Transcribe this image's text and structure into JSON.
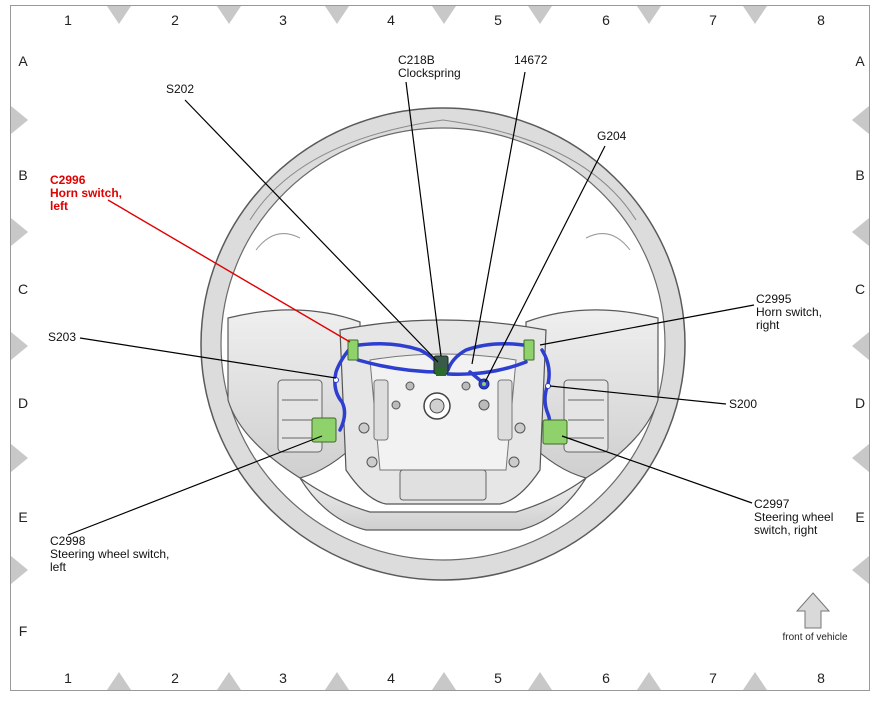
{
  "grid": {
    "columns": [
      "1",
      "2",
      "3",
      "4",
      "5",
      "6",
      "7",
      "8"
    ],
    "rows": [
      "A",
      "B",
      "C",
      "D",
      "E",
      "F"
    ]
  },
  "callouts": {
    "c2996": {
      "id": "C2996",
      "line1": "Horn switch,",
      "line2": "left",
      "color": "#e00000"
    },
    "s202": {
      "id": "S202"
    },
    "c218b": {
      "id": "C218B",
      "line1": "Clockspring"
    },
    "n14672": {
      "id": "14672"
    },
    "g204": {
      "id": "G204"
    },
    "c2995": {
      "id": "C2995",
      "line1": "Horn switch,",
      "line2": "right"
    },
    "s203": {
      "id": "S203"
    },
    "s200": {
      "id": "S200"
    },
    "c2998": {
      "id": "C2998",
      "line1": "Steering wheel switch,",
      "line2": "left"
    },
    "c2997": {
      "id": "C2997",
      "line1": "Steering wheel",
      "line2": "switch, right"
    }
  },
  "front_indicator": {
    "label": "front of vehicle",
    "icon": "arrow-up-icon"
  },
  "colors": {
    "harness": "#2e3fd0",
    "connector": "#8fd16a",
    "leader": "#000000",
    "highlight_leader": "#e00000",
    "wheel": "#d9dada",
    "frame_marker": "#c8c8c8"
  }
}
